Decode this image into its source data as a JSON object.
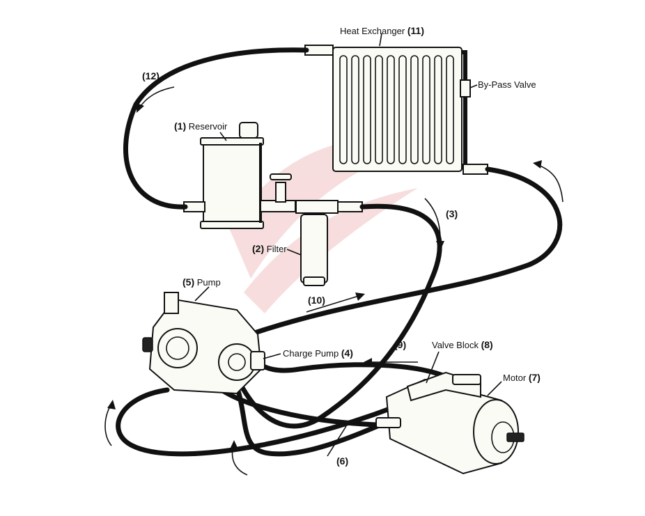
{
  "labels": {
    "heat_exchanger_text": "Heat Exchanger",
    "heat_exchanger_num": "(11)",
    "bypass_valve": "By-Pass Valve",
    "reservoir_num": "(1)",
    "reservoir_text": "Reservoir",
    "filter_num": "(2)",
    "filter_text": "Filter",
    "pump_num": "(5)",
    "pump_text": "Pump",
    "charge_pump_text": "Charge Pump",
    "charge_pump_num": "(4)",
    "valve_block_text": "Valve Block",
    "valve_block_num": "(8)",
    "motor_text": "Motor",
    "motor_num": "(7)",
    "line_3": "(3)",
    "line_6": "(6)",
    "line_9": "(9)",
    "line_10": "(10)",
    "line_12": "(12)"
  },
  "colors": {
    "line": "#111111",
    "watermark": "#e9a0a0",
    "background": "#ffffff"
  }
}
